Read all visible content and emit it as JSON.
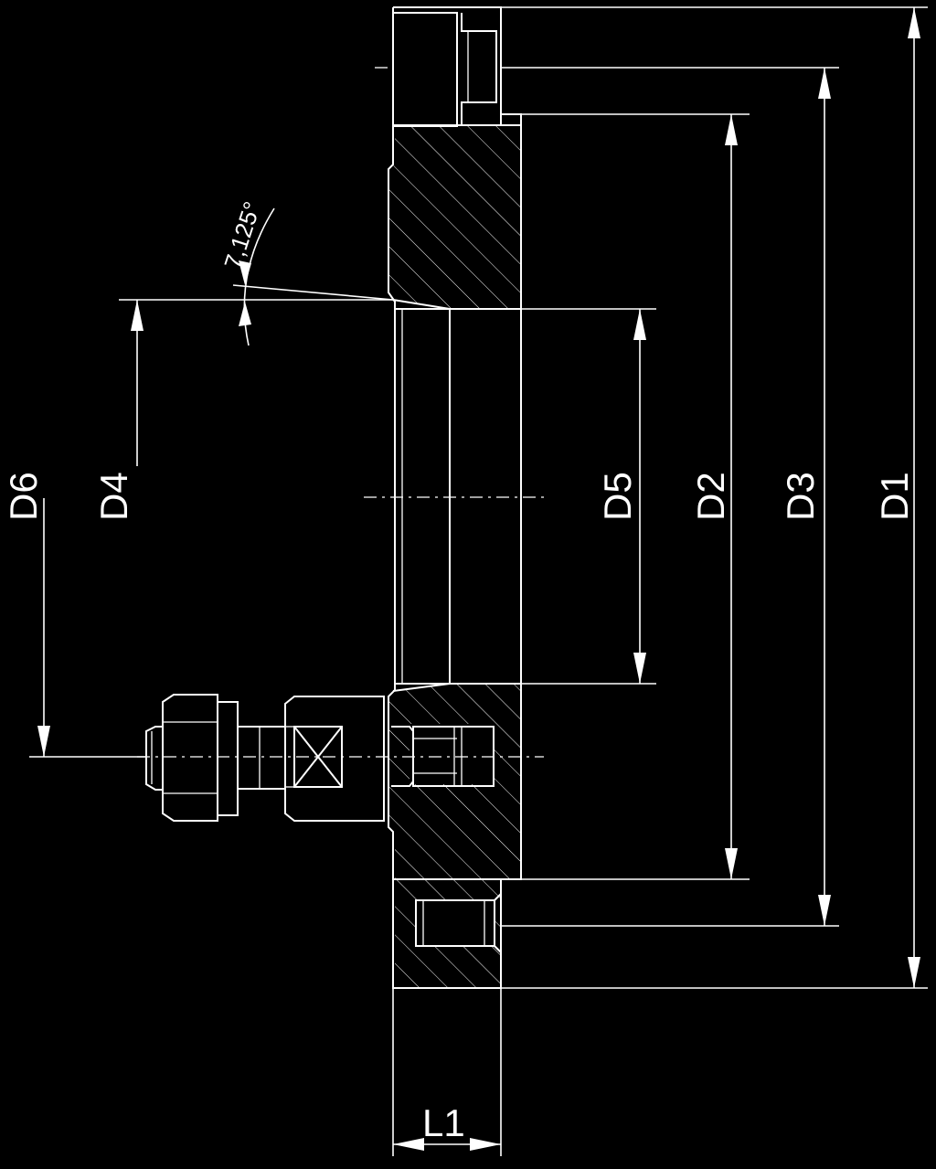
{
  "drawing": {
    "dimensions": {
      "d1": "D1",
      "d2": "D2",
      "d3": "D3",
      "d4": "D4",
      "d5": "D5",
      "d6": "D6",
      "l1": "L1"
    },
    "angle": "7,125°"
  }
}
